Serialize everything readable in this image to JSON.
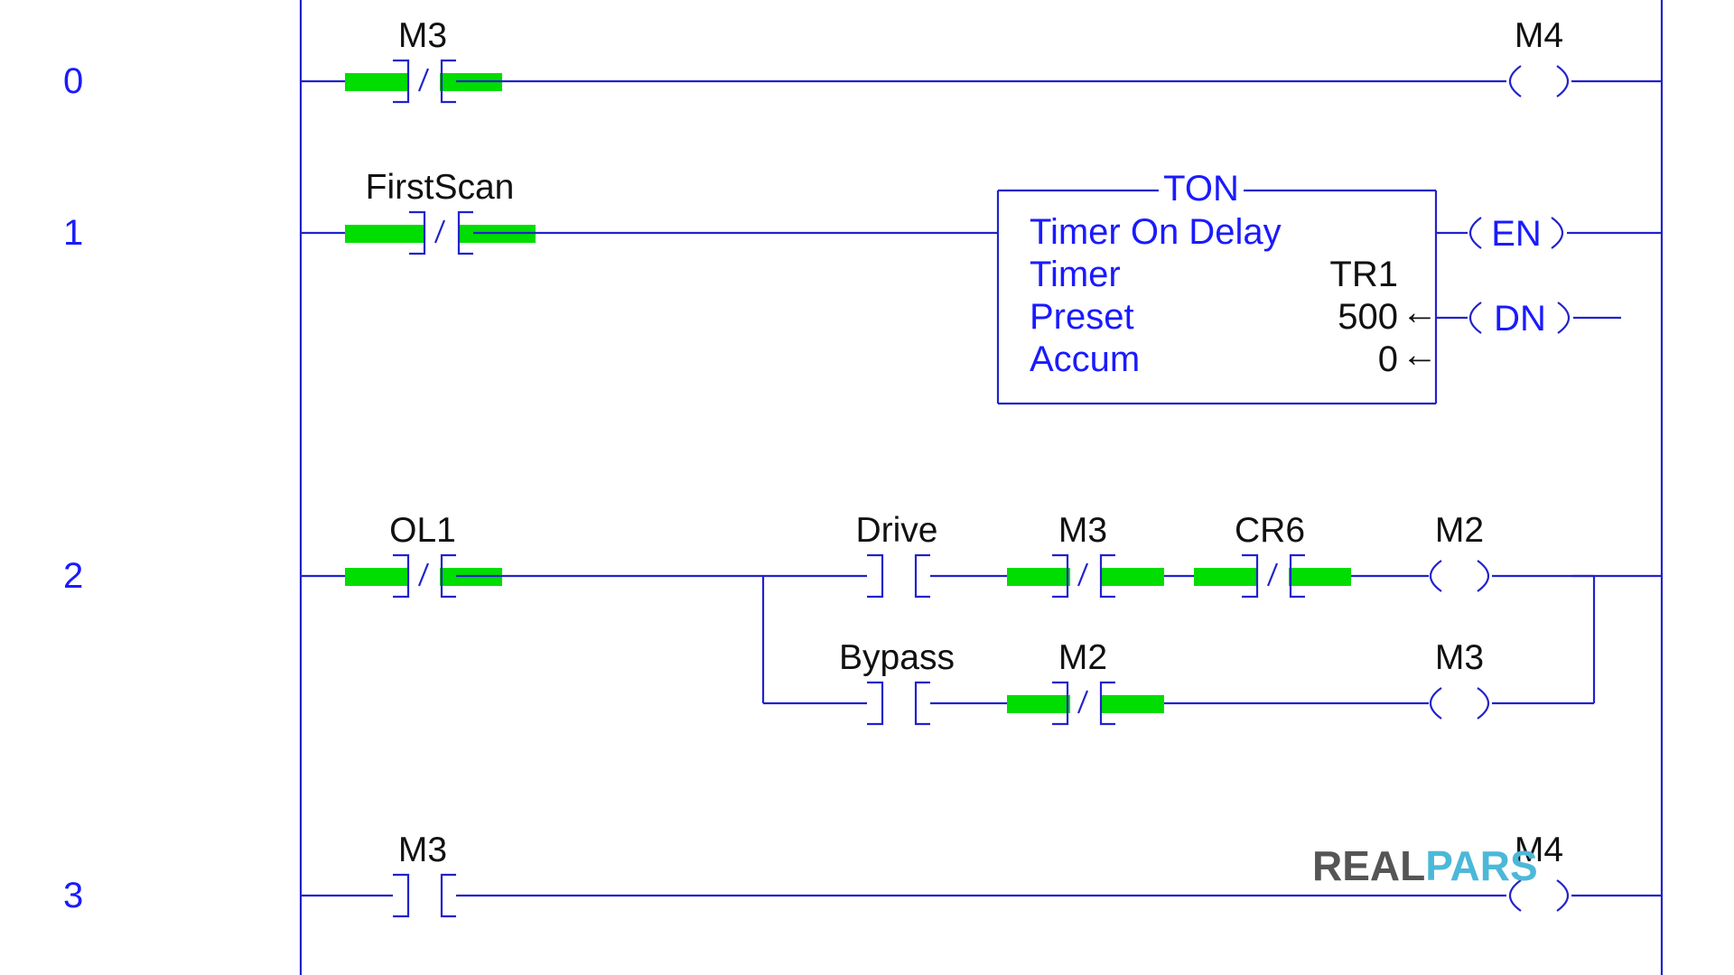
{
  "rungs": [
    {
      "number": "0"
    },
    {
      "number": "1"
    },
    {
      "number": "2"
    },
    {
      "number": "3"
    }
  ],
  "rung0": {
    "contact": "M3",
    "coil": "M4"
  },
  "rung1": {
    "contact": "FirstScan",
    "ton": {
      "title": "TON",
      "name": "Timer On Delay",
      "timer_label": "Timer",
      "timer_value": "TR1",
      "preset_label": "Preset",
      "preset_value": "500",
      "accum_label": "Accum",
      "accum_value": "0",
      "arrow": "←"
    },
    "en": "EN",
    "dn": "DN"
  },
  "rung2": {
    "contact": "OL1",
    "branch_top": {
      "contact1": "Drive",
      "contact2": "M3",
      "contact3": "CR6",
      "coil": "M2"
    },
    "branch_bottom": {
      "contact1": "Bypass",
      "contact2": "M2",
      "coil": "M3"
    }
  },
  "rung3": {
    "contact": "M3",
    "coil": "M4"
  },
  "logo": {
    "part1": "REAL",
    "part2": "PARS"
  },
  "colors": {
    "wire": "#2222cc",
    "energized": "#00dd00",
    "logo_gray": "#555555",
    "logo_blue": "#4cb8d8"
  }
}
